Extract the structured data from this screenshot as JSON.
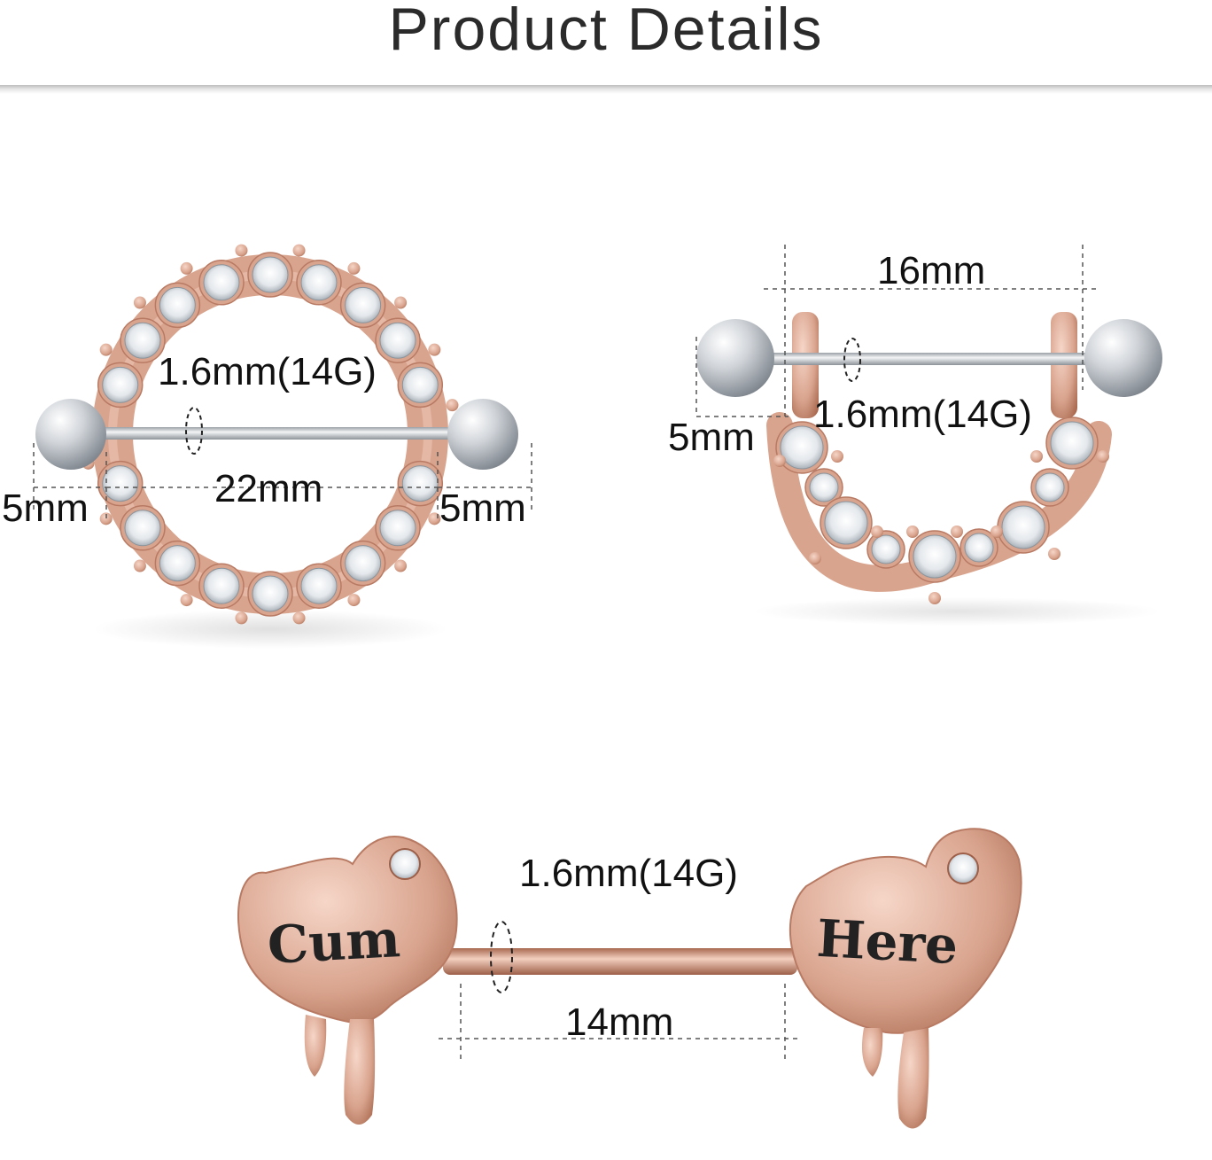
{
  "header": {
    "title": "Product Details"
  },
  "product_1": {
    "gauge_label": "1.6mm(14G)",
    "length_label": "22mm",
    "ball_left_label": "5mm",
    "ball_right_label": "5mm"
  },
  "product_2": {
    "length_label": "16mm",
    "gauge_label": "1.6mm(14G)",
    "ball_label": "5mm"
  },
  "product_3": {
    "gauge_label": "1.6mm(14G)",
    "length_label": "14mm",
    "left_heart_text": "Cum",
    "right_heart_text": "Here"
  },
  "colors": {
    "rose_gold": "#d9a48e",
    "rose_gold_dark": "#b87a63",
    "steel": "#c9cdd2",
    "crystal": "#eef1f4"
  }
}
